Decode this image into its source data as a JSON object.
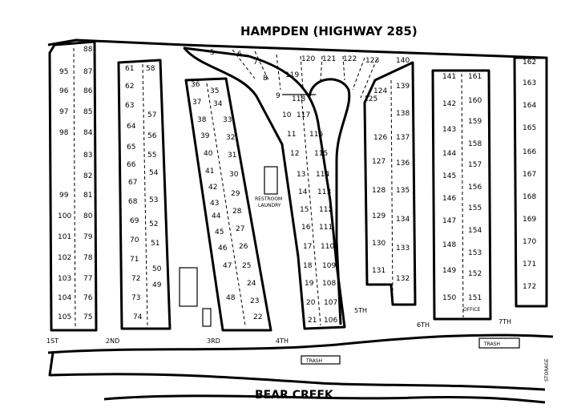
{
  "highway_label": "HAMPDEN (HIGHWAY 285)",
  "creek_label": "BEAR CREEK",
  "restroom_label": "RESTROOM",
  "laundry_label": "LAUNDRY",
  "office_label": "OFFICE",
  "storage_label": "STORAGE",
  "trash_left": "TRASH",
  "trash_right": "TRASH",
  "streets": [
    "1ST",
    "2ND",
    "3RD",
    "4TH",
    "5TH",
    "6TH",
    "7TH"
  ],
  "lots": [
    "5",
    "6",
    "7",
    "8",
    "9",
    "10",
    "11",
    "12",
    "13",
    "14",
    "15",
    "16",
    "17",
    "18",
    "19",
    "20",
    "21",
    "22",
    "23",
    "24",
    "25",
    "26",
    "27",
    "28",
    "29",
    "30",
    "31",
    "32",
    "33",
    "34",
    "35",
    "36",
    "37",
    "38",
    "39",
    "40",
    "41",
    "42",
    "43",
    "44",
    "45",
    "46",
    "47",
    "48",
    "49",
    "50",
    "51",
    "52",
    "53",
    "54",
    "55",
    "56",
    "57",
    "58",
    "61",
    "62",
    "63",
    "64",
    "65",
    "66",
    "67",
    "68",
    "69",
    "70",
    "71",
    "72",
    "73",
    "74",
    "75",
    "76",
    "77",
    "78",
    "79",
    "80",
    "81",
    "82",
    "83",
    "84",
    "85",
    "86",
    "87",
    "88",
    "95",
    "96",
    "97",
    "98",
    "99",
    "100",
    "101",
    "102",
    "103",
    "104",
    "105",
    "106",
    "107",
    "108",
    "109",
    "110",
    "111",
    "112",
    "113",
    "114",
    "115",
    "116",
    "117",
    "118",
    "119",
    "120",
    "121",
    "122",
    "123",
    "124",
    "125",
    "126",
    "127",
    "128",
    "129",
    "130",
    "131",
    "132",
    "133",
    "134",
    "135",
    "136",
    "137",
    "138",
    "139",
    "140",
    "141",
    "142",
    "143",
    "144",
    "145",
    "146",
    "147",
    "148",
    "149",
    "150",
    "151",
    "152",
    "153",
    "154",
    "155",
    "156",
    "157",
    "158",
    "159",
    "160",
    "161",
    "162",
    "163",
    "164",
    "165",
    "166",
    "167",
    "168",
    "169",
    "170",
    "171",
    "172"
  ]
}
